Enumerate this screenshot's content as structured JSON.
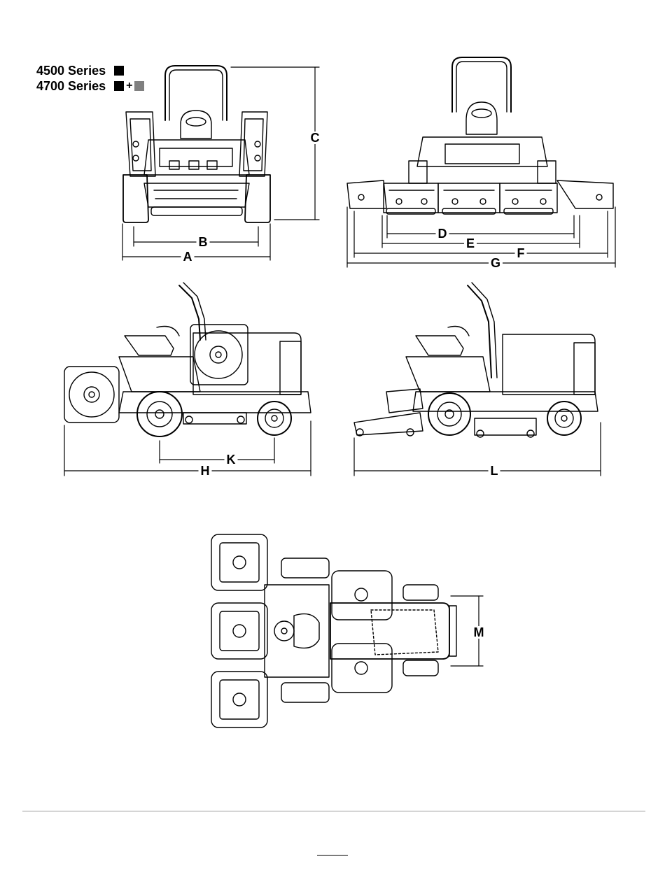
{
  "legend": {
    "series_4500": "4500 Series",
    "series_4700": "4700 Series",
    "plus": "+",
    "color_primary": "#000000",
    "color_secondary": "#808080"
  },
  "dimensions": {
    "A": "A",
    "B": "B",
    "C": "C",
    "D": "D",
    "E": "E",
    "F": "F",
    "G": "G",
    "H": "H",
    "K": "K",
    "L": "L",
    "M": "M"
  },
  "views": [
    "front-view-4500",
    "front-view-4700",
    "side-view-4500",
    "side-view-4700",
    "top-view"
  ]
}
